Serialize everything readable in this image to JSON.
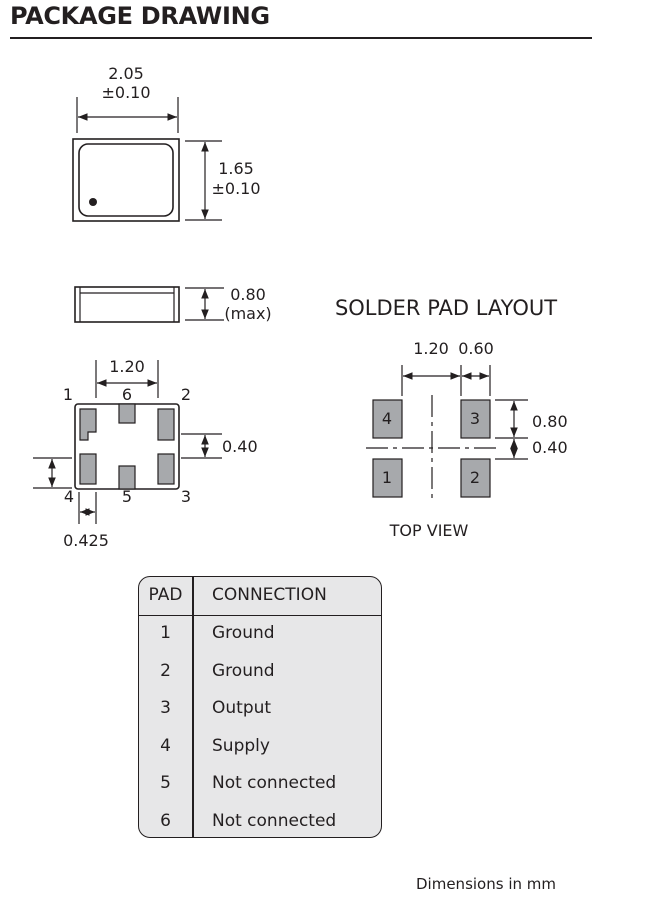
{
  "title": "PACKAGE DRAWING",
  "top_view": {
    "width_value": "2.05",
    "width_tol": "±0.10",
    "height_value": "1.65",
    "height_tol": "±0.10"
  },
  "side_view": {
    "height_value": "0.80",
    "height_note": "(max)"
  },
  "bottom_view": {
    "pad_spacing": "1.20",
    "pad_height": "0.40",
    "pad_width": "0.425",
    "pin_labels": {
      "p1": "1",
      "p2": "2",
      "p3": "3",
      "p4": "4",
      "p5": "5",
      "p6": "6"
    }
  },
  "solder_pad": {
    "title": "SOLDER PAD LAYOUT",
    "dim_spacing": "1.20",
    "dim_pad_width": "0.60",
    "dim_pad_height": "0.80",
    "dim_gap": "0.40",
    "pads": [
      "4",
      "3",
      "1",
      "2"
    ],
    "view_label": "TOP VIEW"
  },
  "pad_table": {
    "headers": [
      "PAD",
      "CONNECTION"
    ],
    "rows": [
      [
        "1",
        "Ground"
      ],
      [
        "2",
        "Ground"
      ],
      [
        "3",
        "Output"
      ],
      [
        "4",
        "Supply"
      ],
      [
        "5",
        "Not connected"
      ],
      [
        "6",
        "Not connected"
      ]
    ]
  },
  "footer_note": "Dimensions in mm",
  "colors": {
    "line": "#231f20",
    "pad_fill": "#a7a9ac",
    "table_fill": "#e7e7e8"
  }
}
